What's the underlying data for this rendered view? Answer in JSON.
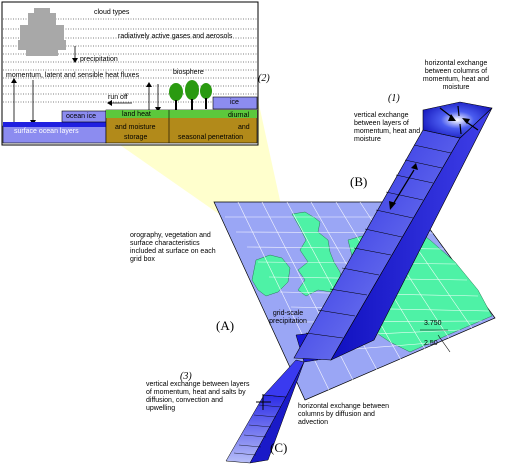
{
  "inset": {
    "number": "(2)",
    "cloud_types": "cloud types",
    "radiative_gases": "radiatively active gases and aerosols",
    "precipitation": "precipitation",
    "fluxes": "momentum, latent and sensible heat fluxes",
    "biosphere": "biosphere",
    "run_off": "run off",
    "ice": "ice",
    "ocean_ice": "ocean ice",
    "land_heat_line1": "land heat",
    "land_heat_line2": "and moisture",
    "land_heat_line3": "storage",
    "diurnal_line1": "diurnal",
    "diurnal_line2": "and",
    "diurnal_line3": "seasonal penetration",
    "surface_ocean": "surface ocean layers"
  },
  "column_b": {
    "number": "(1)",
    "letter": "(B)",
    "horizontal_exchange": "horizontal exchange between columns of momentum, heat and moisture",
    "vertical_exchange": "vertical exchange between layers of momentum, heat and moisture"
  },
  "grid": {
    "letter": "(A)",
    "orography_note": "orography, vegetation and surface characteristics included at surface on each grid box",
    "grid_precip": "grid-scale precipitation",
    "lon_value": "3.750",
    "lat_value": "2.50"
  },
  "column_c": {
    "number": "(3)",
    "letter": "(C)",
    "vertical_exchange": "vertical exchange between layers of momentum, heat and salts by diffusion, convection and upwelling",
    "horizontal_exchange": "horizontal exchange between columns by diffusion and advection"
  },
  "colors": {
    "ocean_blue": "#9aa6f5",
    "land_green": "#4ef2a6",
    "column_blue": "#2020e6",
    "soil_brown": "#b28a1a",
    "grass_green": "#5cc83c",
    "projection_yellow": "#ffffc8"
  },
  "icons": [
    "cloud-icon",
    "tree-icon",
    "arrow-icon"
  ]
}
